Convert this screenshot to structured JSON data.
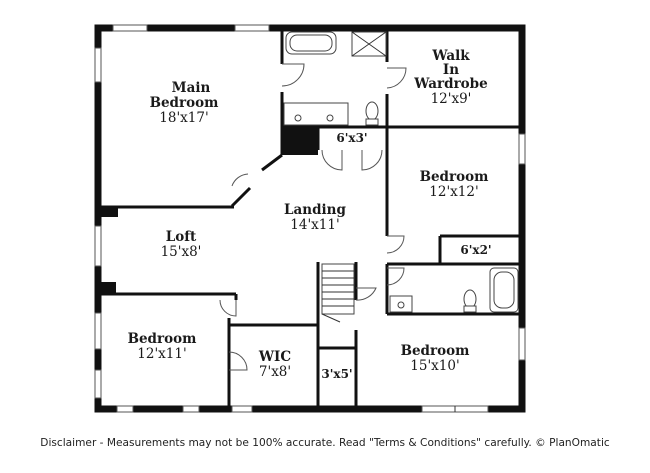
{
  "rooms": {
    "main_bedroom": {
      "name": "Main\nBedroom",
      "line1": "Main",
      "line2": "Bedroom",
      "dims": "18'x17'"
    },
    "walk_in_wardrobe": {
      "line1": "Walk",
      "line2": "In",
      "line3": "Wardrobe",
      "dims": "12'x9'"
    },
    "closet_top": {
      "dims": "6'x3'"
    },
    "bedroom_right_upper": {
      "name": "Bedroom",
      "dims": "12'x12'"
    },
    "closet_right": {
      "dims": "6'x2'"
    },
    "landing": {
      "name": "Landing",
      "dims": "14'x11'"
    },
    "loft": {
      "name": "Loft",
      "dims": "15'x8'"
    },
    "bedroom_lower_left": {
      "name": "Bedroom",
      "dims": "12'x11'"
    },
    "wic": {
      "name": "WIC",
      "dims": "7'x8'"
    },
    "closet_small": {
      "dims": "3'x5'"
    },
    "bedroom_lower_right": {
      "name": "Bedroom",
      "dims": "15'x10'"
    }
  },
  "disclaimer": "Disclaimer - Measurements may not be 100% accurate. Read \"Terms & Conditions\" carefully. © PlanOmatic"
}
